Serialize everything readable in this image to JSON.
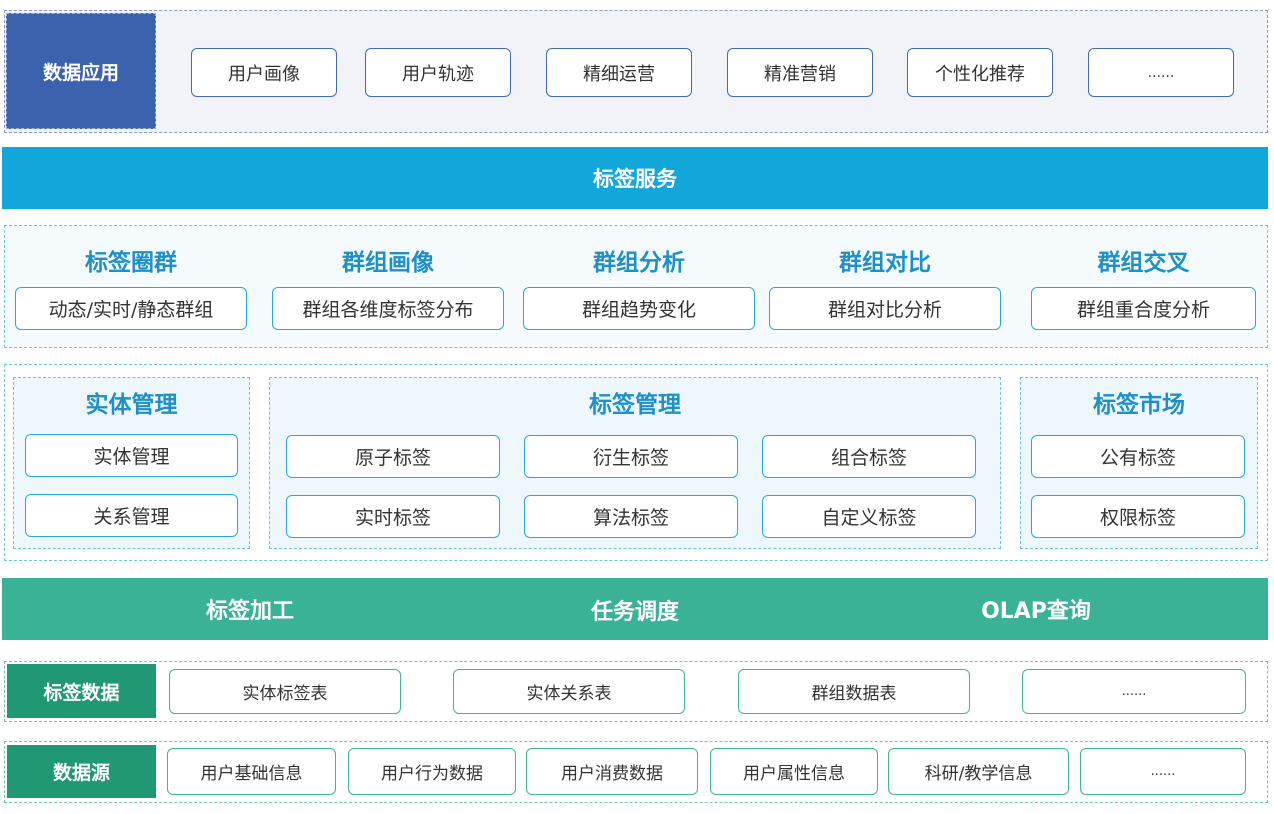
{
  "colors": {
    "app_blue": "#3a62ad",
    "service_blue": "#11a7da",
    "process_green": "#39b296",
    "dark_green": "#219874",
    "text_dark": "#333333",
    "blue_text": "#1e90c8",
    "box_border_blue": "#3f6bb0",
    "box_border_cyan": "#25a9dc",
    "box_border_green": "#3fb595"
  },
  "app_layer": {
    "label": "数据应用",
    "items": [
      "用户画像",
      "用户轨迹",
      "精细运营",
      "精准营销",
      "个性化推荐",
      "......"
    ]
  },
  "service_bar": {
    "label": "标签服务"
  },
  "group_section": {
    "columns": [
      {
        "title": "标签圈群",
        "item": "动态/实时/静态群组"
      },
      {
        "title": "群组画像",
        "item": "群组各维度标签分布"
      },
      {
        "title": "群组分析",
        "item": "群组趋势变化"
      },
      {
        "title": "群组对比",
        "item": "群组对比分析"
      },
      {
        "title": "群组交叉",
        "item": "群组重合度分析"
      }
    ]
  },
  "management_section": {
    "entity": {
      "title": "实体管理",
      "items": [
        "实体管理",
        "关系管理"
      ]
    },
    "tag": {
      "title": "标签管理",
      "items": [
        "原子标签",
        "衍生标签",
        "组合标签",
        "实时标签",
        "算法标签",
        "自定义标签"
      ]
    },
    "market": {
      "title": "标签市场",
      "items": [
        "公有标签",
        "权限标签"
      ]
    }
  },
  "process_bar": {
    "items": [
      "标签加工",
      "任务调度",
      "OLAP查询"
    ]
  },
  "tag_data": {
    "label": "标签数据",
    "items": [
      "实体标签表",
      "实体关系表",
      "群组数据表",
      "......"
    ]
  },
  "data_source": {
    "label": "数据源",
    "items": [
      "用户基础信息",
      "用户行为数据",
      "用户消费数据",
      "用户属性信息",
      "科研/教学信息",
      "......"
    ]
  }
}
